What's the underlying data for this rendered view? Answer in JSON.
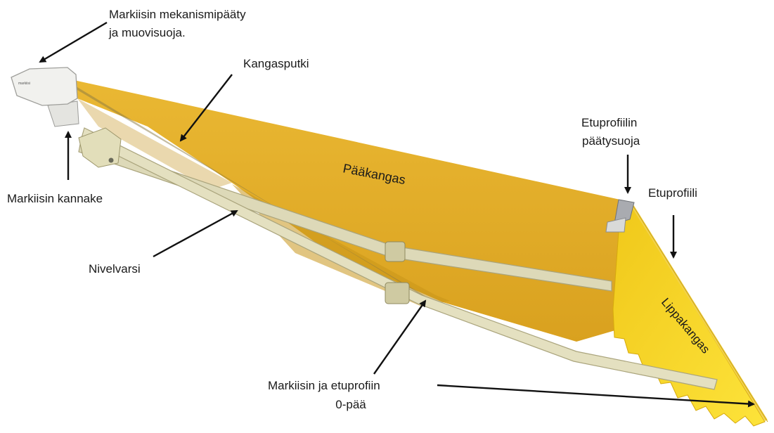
{
  "labels": {
    "mechanism_end_line1": "Markiisin mekanismipääty",
    "mechanism_end_line2": "ja muovisuoja.",
    "roller_tube": "Kangasputki",
    "front_profile_end_cap_line1": "Etuprofiilin",
    "front_profile_end_cap_line2": "päätysuoja",
    "main_fabric": "Pääkangas",
    "front_profile": "Etuprofiili",
    "bracket": "Markiisin kannake",
    "articulated_arm": "Nivelvarsi",
    "valance": "Lippakangas",
    "zero_end_line1": "Markiisin ja etuprofiin",
    "zero_end_line2": "0-pää"
  },
  "colors": {
    "fabric": "#e8b52c",
    "fabric_shade": "#c9951a",
    "valance": "#f7d51e",
    "arm": "#ddd9b8",
    "arm_edge": "#aaa47c",
    "cassette": "#efefec",
    "end_cap": "#a9abb0",
    "arrow": "#111111"
  }
}
